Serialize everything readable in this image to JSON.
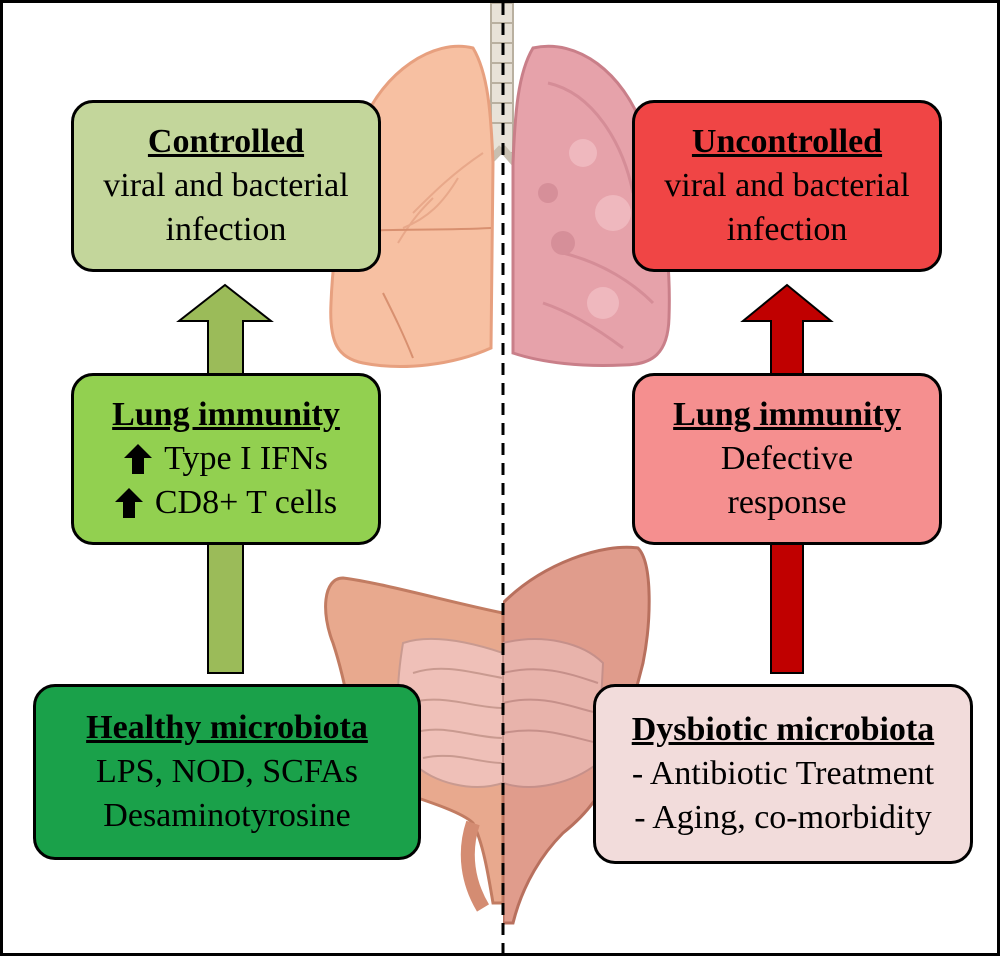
{
  "colors": {
    "controlled": "#c3d69b",
    "lung_left": "#92d050",
    "healthy": "#1aa14a",
    "uncontrolled": "#f04545",
    "lung_right": "#f58f8f",
    "dysbiotic": "#f2dcdb",
    "arrow_left": "#9bbb59",
    "arrow_right": "#c00000"
  },
  "left": {
    "outcome": {
      "title": "Controlled",
      "line1": "viral and bacterial",
      "line2": "infection"
    },
    "immunity": {
      "title": "Lung immunity",
      "items": [
        {
          "icon": "up-arrow-icon",
          "text": "Type I IFNs"
        },
        {
          "icon": "up-arrow-icon",
          "text": "CD8+ T cells"
        }
      ]
    },
    "microbiota": {
      "title": "Healthy microbiota",
      "line1": "LPS, NOD, SCFAs",
      "line2": "Desaminotyrosine"
    }
  },
  "right": {
    "outcome": {
      "title": "Uncontrolled",
      "line1": "viral and bacterial",
      "line2": "infection"
    },
    "immunity": {
      "title": "Lung immunity",
      "line1": "Defective",
      "line2": "response"
    },
    "microbiota": {
      "title": "Dysbiotic microbiota",
      "line1": "- Antibiotic Treatment",
      "line2": "- Aging, co-morbidity"
    }
  },
  "illustrations": [
    "lungs-icon",
    "intestine-icon"
  ]
}
